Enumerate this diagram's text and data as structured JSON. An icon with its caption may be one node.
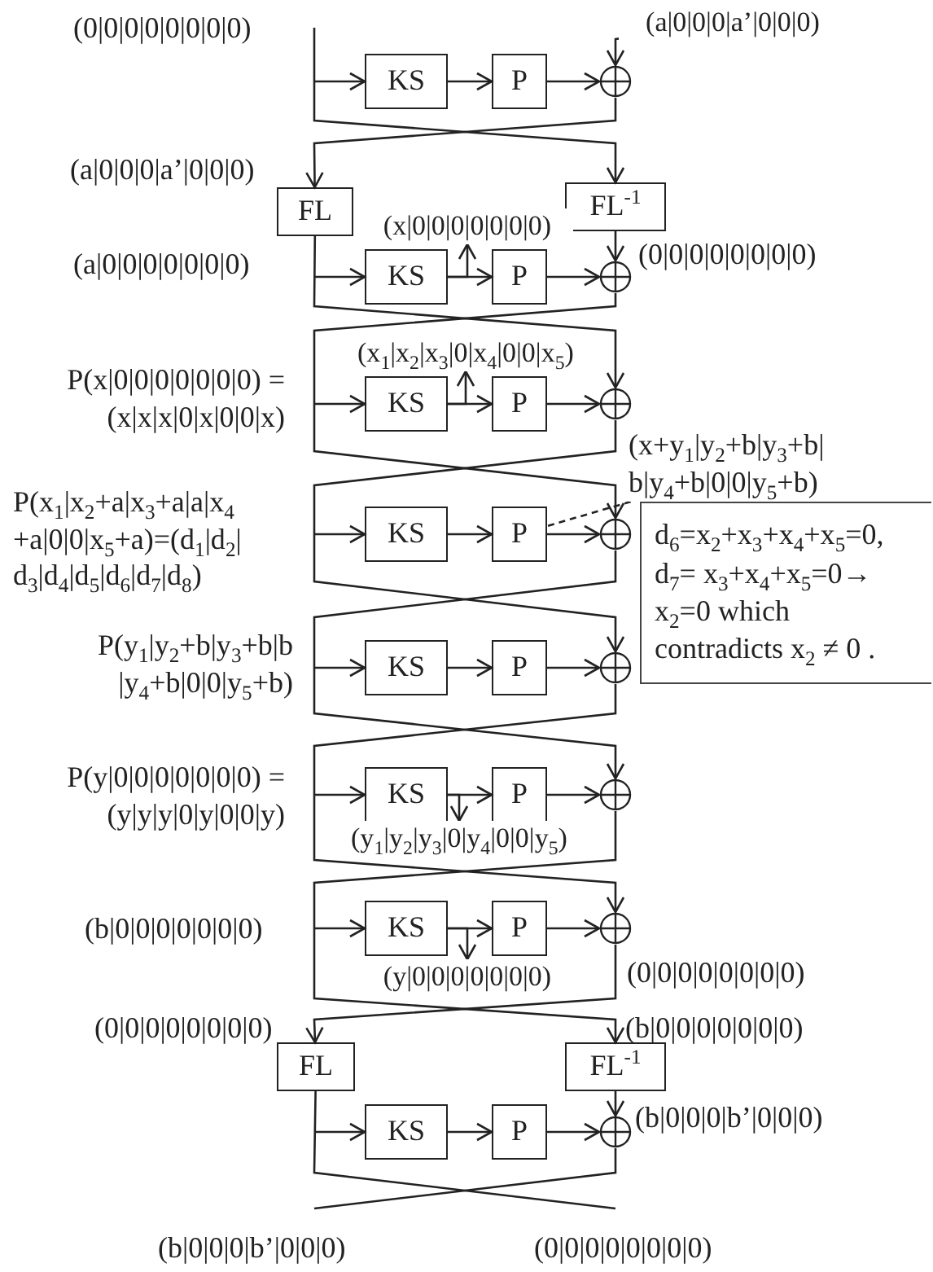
{
  "diagram": {
    "nodes": [
      {
        "text": [
          "(a|0|0|0|a’|0|0|0)"
        ]
      },
      {
        "text": [
          "KS"
        ]
      },
      {
        "text": [
          "P"
        ]
      },
      {
        "text": [],
        "shape": "circle"
      },
      {
        "text": [
          "FL"
        ]
      },
      {
        "text": [
          "FL$^{-1}$"
        ]
      },
      {
        "text": [
          "(x|0|0|0|0|0|0|0)"
        ]
      },
      {
        "text": [
          "KS"
        ]
      },
      {
        "text": [
          "P"
        ]
      },
      {
        "text": [],
        "shape": "circle"
      },
      {
        "text": [
          "(x$_{1}$|x$_{2}$|x$_{3}$|0|x$_{4}$|0|0|x$_{5}$)"
        ]
      },
      {
        "text": [
          "KS"
        ]
      },
      {
        "text": [
          "P"
        ]
      },
      {
        "text": [],
        "shape": "circle"
      },
      {
        "text": [
          "(x+y$_{1}$|y$_{2}$+b|y$_{3}$+b| b|y$_{4}$+b|0|0|y$_{5}$+b)"
        ]
      },
      {
        "text": [
          "KS"
        ]
      },
      {
        "text": [
          "P"
        ]
      },
      {
        "text": [],
        "shape": "circle"
      },
      {
        "text": [
          "d$_{6}$=x$_{2}$+x$_{3}$+x$_{4}$+x$_{5}$=0, d$_{7}$= x$_{3}$+x$_{4}$+x$_{5}$=0→ x$_{2}$=0 which contradicts x$_{2}$ ≠ 0 ."
        ]
      },
      {
        "text": [
          "KS"
        ]
      },
      {
        "text": [
          "P"
        ]
      },
      {
        "text": [],
        "shape": "circle"
      },
      {
        "text": [
          "KS"
        ]
      },
      {
        "text": [
          "P"
        ]
      },
      {
        "text": [],
        "shape": "circle"
      },
      {
        "text": [
          "(y$_{1}$|y$_{2}$|y$_{3}$|0|y$_{4}$|0|0|y$_{5}$)"
        ]
      },
      {
        "text": [
          "KS"
        ]
      },
      {
        "text": [
          "P"
        ]
      },
      {
        "text": [],
        "shape": "circle"
      },
      {
        "text": [
          "(y|0|0|0|0|0|0|0)"
        ]
      },
      {
        "text": [
          "FL"
        ]
      },
      {
        "text": [
          "FL$^{-1}$"
        ]
      },
      {
        "text": [
          "KS"
        ]
      },
      {
        "text": [
          "P"
        ]
      },
      {
        "text": [],
        "shape": "circle"
      }
    ],
    "edges": [
      {
        "from": 0,
        "to": 3,
        "arrow": "to"
      },
      {
        "from": null,
        "to": 1,
        "arrow": "to"
      },
      {
        "from": 1,
        "to": 2,
        "arrow": "to"
      },
      {
        "from": 2,
        "to": 3,
        "arrow": "to"
      },
      {
        "from": null,
        "to": 5,
        "arrow": "to"
      },
      {
        "from": 3,
        "to": 4,
        "arrow": "to"
      },
      {
        "from": 5,
        "to": 9,
        "arrow": "to"
      },
      {
        "from": null,
        "to": 7,
        "arrow": "to"
      },
      {
        "from": 7,
        "to": 8,
        "arrow": "to"
      },
      {
        "from": 8,
        "to": 9,
        "arrow": "to"
      },
      {
        "from": 7,
        "to": 6,
        "arrow": "to"
      },
      {
        "from": 4,
        "to": 13,
        "arrow": "to"
      },
      {
        "from": 9,
        "to": 17,
        "arrow": "to"
      },
      {
        "from": null,
        "to": 11,
        "arrow": "to"
      },
      {
        "from": 11,
        "to": 12,
        "arrow": "to"
      },
      {
        "from": 12,
        "to": 13,
        "arrow": "to"
      },
      {
        "from": 11,
        "to": 10,
        "arrow": "to"
      },
      {
        "from": 13,
        "to": 21,
        "arrow": "to"
      },
      {
        "from": null,
        "to": 15,
        "arrow": "to"
      },
      {
        "from": 15,
        "to": 16,
        "arrow": "to"
      },
      {
        "from": 16,
        "to": 17,
        "arrow": "to"
      },
      {
        "from": 14,
        "to": 16,
        "arrow": "none",
        "style": "dashed"
      },
      {
        "from": 17,
        "to": 24,
        "arrow": "to"
      },
      {
        "from": null,
        "to": 19,
        "arrow": "to"
      },
      {
        "from": 19,
        "to": 20,
        "arrow": "to"
      },
      {
        "from": 20,
        "to": 21,
        "arrow": "to"
      },
      {
        "from": 21,
        "to": 28,
        "arrow": "to"
      },
      {
        "from": null,
        "to": 22,
        "arrow": "to"
      },
      {
        "from": 22,
        "to": 23,
        "arrow": "to"
      },
      {
        "from": 23,
        "to": 24,
        "arrow": "to"
      },
      {
        "from": 22,
        "to": 25,
        "arrow": "to"
      },
      {
        "from": 24,
        "to": 31,
        "arrow": "to"
      },
      {
        "from": null,
        "to": 26,
        "arrow": "to"
      },
      {
        "from": 26,
        "to": 27,
        "arrow": "to"
      },
      {
        "from": 27,
        "to": 28,
        "arrow": "to"
      },
      {
        "from": 26,
        "to": 29,
        "arrow": "to"
      },
      {
        "from": 28,
        "to": 30,
        "arrow": "to"
      },
      {
        "from": 31,
        "to": 34,
        "arrow": "to"
      },
      {
        "from": 30,
        "to": null,
        "arrow": "none"
      },
      {
        "from": null,
        "to": 32,
        "arrow": "to"
      },
      {
        "from": 32,
        "to": 33,
        "arrow": "to"
      },
      {
        "from": 33,
        "to": 34,
        "arrow": "to"
      },
      {
        "from": 34,
        "to": null,
        "arrow": "none"
      }
    ],
    "labels": [
      "(0|0|0|0|0|0|0|0)",
      "(a|0|0|0|a’|0|0|0)",
      "(a|0|0|0|0|0|0|0)",
      "(0|0|0|0|0|0|0|0)",
      "P(x|0|0|0|0|0|0|0) =(x|x|x|0|x|0|0|x)",
      "P(x$_{1}$|x$_{2}$+a|x$_{3}$+a|a|x$_{4}$ +a|0|0|x$_{5}$+a)=(d$_{1}$|d$_{2}$| d$_{3}$|d$_{4}$|d$_{5}$|d$_{6}$|d$_{7}$|d$_{8}$)",
      "P(y$_{1}$|y$_{2}$+b|y$_{3}$+b|b |y$_{4}$+b|0|0|y$_{5}$+b)",
      "P(y|0|0|0|0|0|0|0) =(y|y|y|0|y|0|0|y)",
      "(b|0|0|0|0|0|0|0)",
      "(0|0|0|0|0|0|0|0)",
      "(0|0|0|0|0|0|0|0)",
      "(b|0|0|0|0|0|0|0)",
      "(b|0|0|0|b’|0|0|0)",
      "(b|0|0|0|b’|0|0|0)",
      "(0|0|0|0|0|0|0|0)"
    ]
  }
}
